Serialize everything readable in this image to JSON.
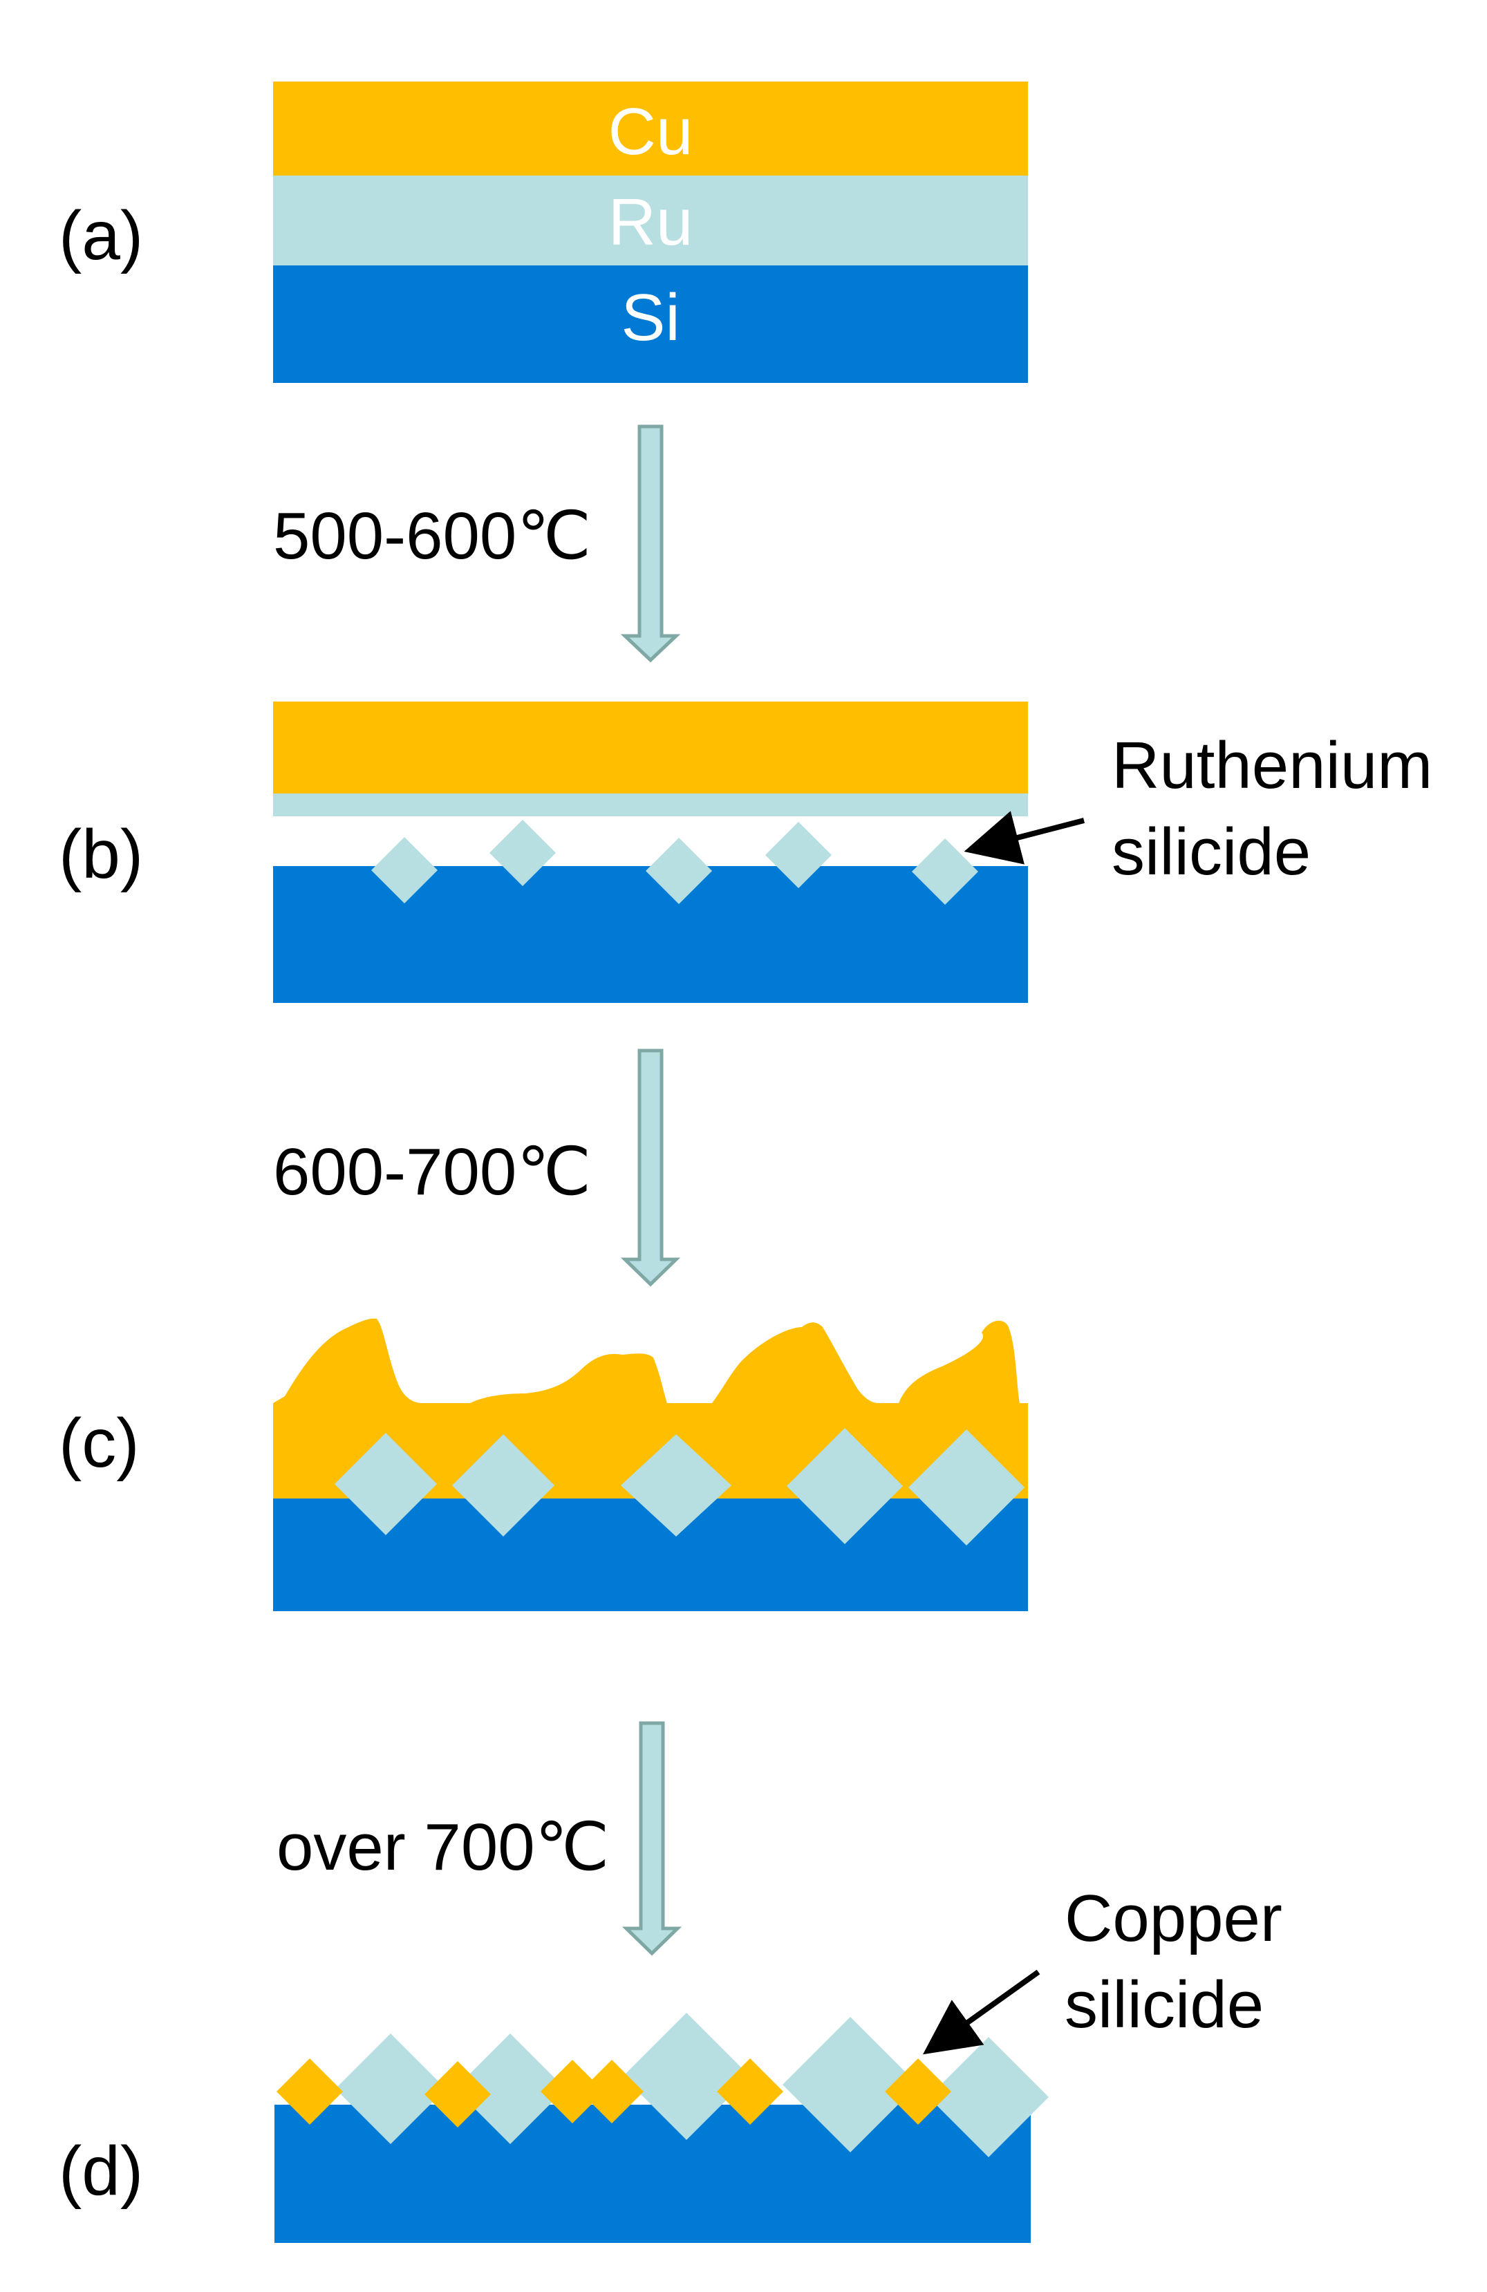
{
  "colors": {
    "cu": "#ffbf00",
    "ru": "#b7dfe2",
    "si": "#007ad4",
    "arrow_fill": "#b7dfe2",
    "arrow_stroke": "#7fa8a5",
    "text": "#000000",
    "layer_text": "#ffffff"
  },
  "panels": {
    "a": {
      "label": "(a)",
      "layers": {
        "cu": "Cu",
        "ru": "Ru",
        "si": "Si"
      }
    },
    "b": {
      "label": "(b)"
    },
    "c": {
      "label": "(c)"
    },
    "d": {
      "label": "(d)"
    }
  },
  "steps": [
    {
      "temperature": "500-600℃"
    },
    {
      "temperature": "600-700℃"
    },
    {
      "temperature": "over 700℃"
    }
  ],
  "annotations": {
    "ruthenium_silicide": {
      "line1": "Ruthenium",
      "line2": "silicide"
    },
    "copper_silicide": {
      "line1": "Copper",
      "line2": "silicide"
    }
  }
}
